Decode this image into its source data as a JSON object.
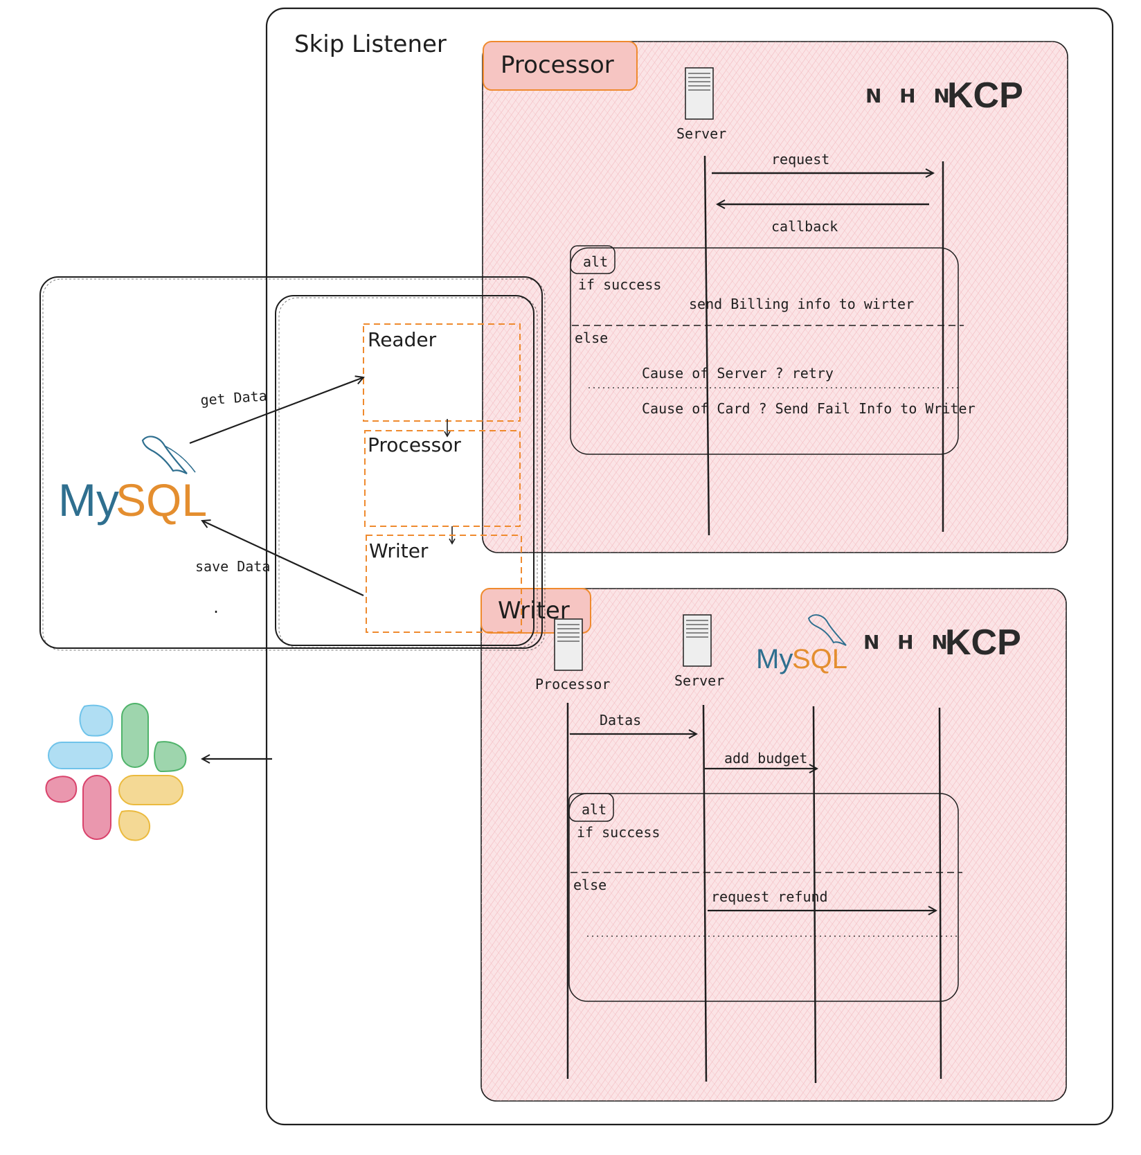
{
  "outer": {
    "title": "Skip Listener"
  },
  "batch": {
    "reader": "Reader",
    "processor": "Processor",
    "writer": "Writer"
  },
  "mysql_logo": {
    "my": "My",
    "sql": "SQL"
  },
  "edges": {
    "get_data": "get Data",
    "save_data": "save Data",
    "dot": "."
  },
  "processor_panel": {
    "tag": "Processor",
    "kcp_nhn": "N H N",
    "kcp": "KCP",
    "server_label": "Server",
    "request": "request",
    "callback": "callback",
    "alt": "alt",
    "if_success": "if success",
    "success_msg": "send Billing info to wirter",
    "else": "else",
    "retry_msg": "Cause of Server ? retry",
    "fail_msg": "Cause of Card ? Send Fail Info to Writer"
  },
  "writer_panel": {
    "tag": "Writer",
    "kcp_nhn": "N H N",
    "kcp": "KCP",
    "processor_label": "Processor",
    "server_label": "Server",
    "mysql_my": "My",
    "mysql_sql": "SQL",
    "datas": "Datas",
    "add_budget": "add budget",
    "alt": "alt",
    "if_success": "if success",
    "else": "else",
    "request_refund": "request refund"
  },
  "colors": {
    "panel_fill": "#fbe3e5",
    "panel_hatch": "#f2a9b0",
    "tag_fill": "#f6c5c2",
    "tag_stroke": "#ef8a2e",
    "dashed_orange": "#ef8a2e",
    "slack_blue": "#6fc3ea",
    "slack_green": "#4fb36a",
    "slack_red": "#d9426b",
    "slack_yellow": "#ebba3e"
  }
}
